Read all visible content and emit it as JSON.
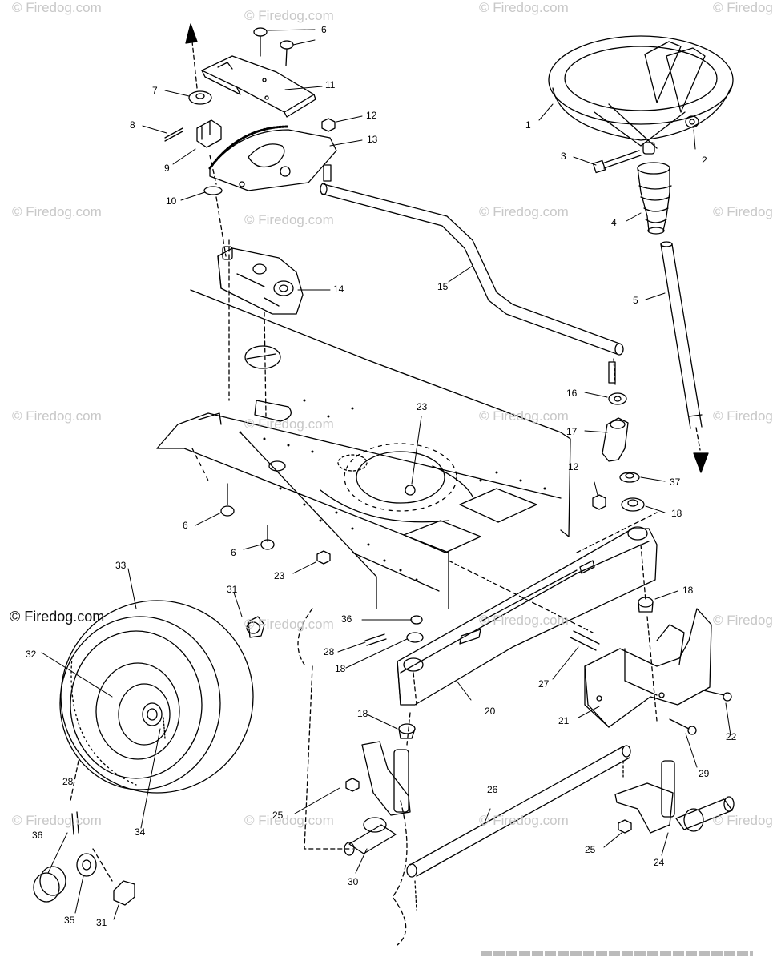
{
  "watermark": {
    "text": "© Firedog.com"
  },
  "copyright": "© Firedog.com",
  "callouts": [
    {
      "id": "c1",
      "text": "1"
    },
    {
      "id": "c2",
      "text": "2"
    },
    {
      "id": "c3",
      "text": "3"
    },
    {
      "id": "c4",
      "text": "4"
    },
    {
      "id": "c5",
      "text": "5"
    },
    {
      "id": "c6a",
      "text": "6"
    },
    {
      "id": "c6b",
      "text": "6"
    },
    {
      "id": "c6c",
      "text": "6"
    },
    {
      "id": "c7",
      "text": "7"
    },
    {
      "id": "c8",
      "text": "8"
    },
    {
      "id": "c9",
      "text": "9"
    },
    {
      "id": "c10",
      "text": "10"
    },
    {
      "id": "c11",
      "text": "11"
    },
    {
      "id": "c12a",
      "text": "12"
    },
    {
      "id": "c12b",
      "text": "12"
    },
    {
      "id": "c13",
      "text": "13"
    },
    {
      "id": "c14",
      "text": "14"
    },
    {
      "id": "c15",
      "text": "15"
    },
    {
      "id": "c16",
      "text": "16"
    },
    {
      "id": "c17",
      "text": "17"
    },
    {
      "id": "c37",
      "text": "37"
    },
    {
      "id": "c18a",
      "text": "18"
    },
    {
      "id": "c18b",
      "text": "18"
    },
    {
      "id": "c18c",
      "text": "18"
    },
    {
      "id": "c18d",
      "text": "18"
    },
    {
      "id": "c23a",
      "text": "23"
    },
    {
      "id": "c23b",
      "text": "23"
    },
    {
      "id": "c33",
      "text": "33"
    },
    {
      "id": "c31a",
      "text": "31"
    },
    {
      "id": "c31b",
      "text": "31"
    },
    {
      "id": "c32",
      "text": "32"
    },
    {
      "id": "c36a",
      "text": "36"
    },
    {
      "id": "c36b",
      "text": "36"
    },
    {
      "id": "c28a",
      "text": "28"
    },
    {
      "id": "c28b",
      "text": "28"
    },
    {
      "id": "c27",
      "text": "27"
    },
    {
      "id": "c20",
      "text": "20"
    },
    {
      "id": "c21",
      "text": "21"
    },
    {
      "id": "c22",
      "text": "22"
    },
    {
      "id": "c29",
      "text": "29"
    },
    {
      "id": "c34",
      "text": "34"
    },
    {
      "id": "c25a",
      "text": "25"
    },
    {
      "id": "c25b",
      "text": "25"
    },
    {
      "id": "c26",
      "text": "26"
    },
    {
      "id": "c30",
      "text": "30"
    },
    {
      "id": "c24",
      "text": "24"
    },
    {
      "id": "c35",
      "text": "35"
    }
  ]
}
